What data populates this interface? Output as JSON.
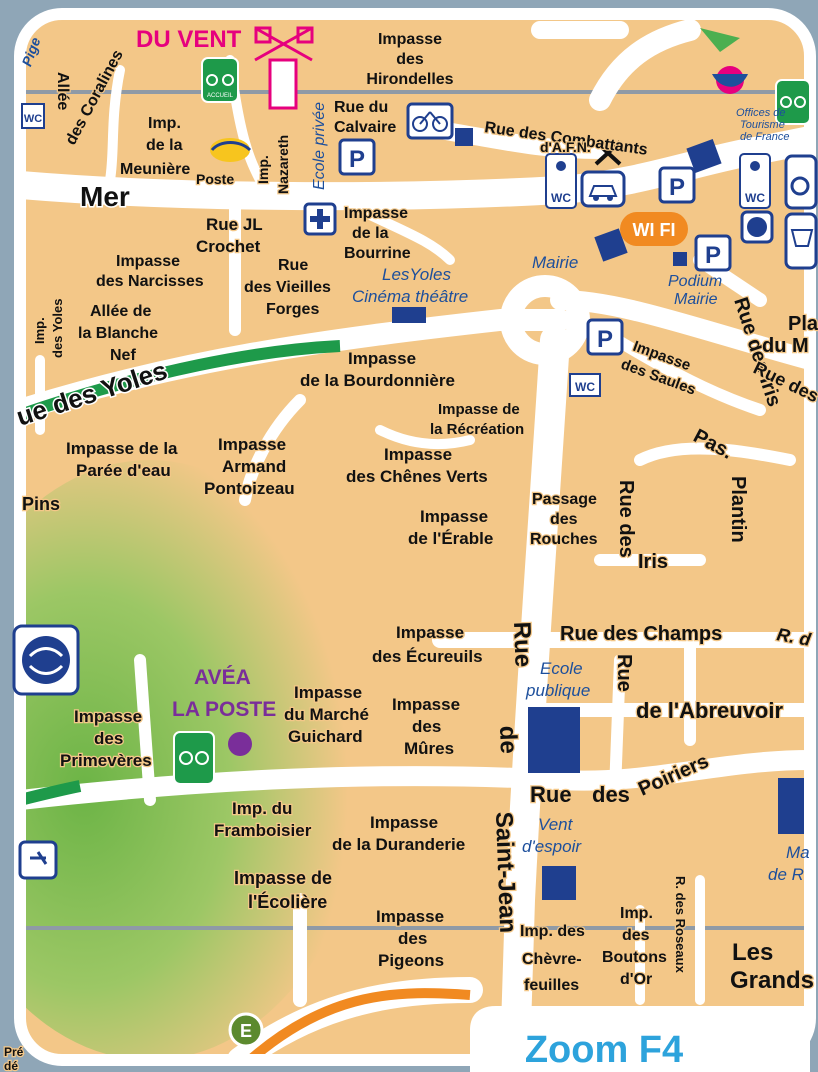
{
  "map": {
    "zoom_label": "Zoom F4",
    "marker_letter": "E",
    "colors": {
      "block": "#f3c788",
      "road": "#ffffff",
      "green_road": "#1e9a4a",
      "orange_road": "#f18a21",
      "blue": "#1f3f8f",
      "park": "#76b94c",
      "frame": "#8fa6b7"
    },
    "labels": {
      "du_vent": "DU VENT",
      "pige": "Pige",
      "allee": "Allée",
      "des_coralines": "des Coralines",
      "imp_meuniere_1": "Imp.",
      "imp_meuniere_2": "de la",
      "imp_meuniere_3": "Meunière",
      "poste": "Poste",
      "imp_nazareth_1": "Imp.",
      "imp_nazareth_2": "Nazareth",
      "ecole_privee": "Ecole privée",
      "impasse_hirondelles_1": "Impasse",
      "impasse_hirondelles_2": "des",
      "impasse_hirondelles_3": "Hirondelles",
      "rue_calvaire_1": "Rue du",
      "rue_calvaire_2": "Calvaire",
      "rue_combattants": "Rue des Combattants",
      "afn": "d'A.F.N.",
      "offices_1": "Offices de",
      "offices_2": "Tourisme",
      "offices_3": "de France",
      "mer": "Mer",
      "rue_jl_1": "Rue JL",
      "rue_jl_2": "Crochet",
      "impasse_bourrine_1": "Impasse",
      "impasse_bourrine_2": "de la",
      "impasse_bourrine_3": "Bourrine",
      "impasse_narcisses_1": "Impasse",
      "impasse_narcisses_2": "des Narcisses",
      "rue_forges_1": "Rue",
      "rue_forges_2": "des Vieilles",
      "rue_forges_3": "Forges",
      "cinema_1": "LesYoles",
      "cinema_2": "Cinéma théâtre",
      "mairie": "Mairie",
      "wifi": "WI FI",
      "podium_1": "Podium",
      "podium_2": "Mairie",
      "imp_yoles_1": "Imp.",
      "imp_yoles_2": "des Yoles",
      "allee_blanche_1": "Allée de",
      "allee_blanche_2": "la Blanche",
      "allee_blanche_3": "Nef",
      "rue_yoles": "ue des Yoles",
      "impasse_bourdonniere_1": "Impasse",
      "impasse_bourdonniere_2": "de la Bourdonnière",
      "impasse_saules_1": "Impasse",
      "impasse_saules_2": "des Saules",
      "rue_des_iris_diag": "Rue des Iris",
      "rue_des_right": "Rue des",
      "pla_1": "Pla",
      "pla_2": "du M",
      "impasse_recreation_1": "Impasse de",
      "impasse_recreation_2": "la Récréation",
      "pas_plantin_1": "Pas.",
      "pas_plantin_2": "Plantin",
      "impasse_paree_1": "Impasse de la",
      "impasse_paree_2": "Parée d'eau",
      "impasse_armand_1": "Impasse",
      "impasse_armand_2": "Armand",
      "impasse_armand_3": "Pontoizeau",
      "impasse_chenes_1": "Impasse",
      "impasse_chenes_2": "des Chênes Verts",
      "pins": "Pins",
      "passage_rouches_1": "Passage",
      "passage_rouches_2": "des",
      "passage_rouches_3": "Rouches",
      "rue_des": "Rue des",
      "iris": "Iris",
      "impasse_erable_1": "Impasse",
      "impasse_erable_2": "de l'Érable",
      "impasse_ecureuils_1": "Impasse",
      "impasse_ecureuils_2": "des Écureuils",
      "rue_champs": "Rue  des Champs",
      "r_d": "R. d",
      "ecole_publique_1": "Ecole",
      "ecole_publique_2": "publique",
      "rue_abreuvoir_1": "Rue",
      "rue_abreuvoir_2": "de  l'Abreuvoir",
      "avea_1": "AVÉA",
      "avea_2": "LA POSTE",
      "impasse_guichard_1": "Impasse",
      "impasse_guichard_2": "du Marché",
      "impasse_guichard_3": "Guichard",
      "impasse_mures_1": "Impasse",
      "impasse_mures_2": "des",
      "impasse_mures_3": "Mûres",
      "impasse_primeveres_1": "Impasse",
      "impasse_primeveres_2": "des",
      "impasse_primeveres_3": "Primevères",
      "rue_poiriers_1": "Rue",
      "rue_poiriers_2": "des",
      "rue_poiriers_3": "Poiriers",
      "rue_saint_jean_1": "Rue",
      "rue_saint_jean_2": "de",
      "rue_saint_jean_3": "Saint-Jean",
      "imp_framboisier_1": "Imp. du",
      "imp_framboisier_2": "Framboisier",
      "impasse_duranderie_1": "Impasse",
      "impasse_duranderie_2": "de la Duranderie",
      "vent_espoir_1": "Vent",
      "vent_espoir_2": "d'espoir",
      "ma_1": "Ma",
      "ma_2": "de R",
      "impasse_ecoliere_1": "Impasse de",
      "impasse_ecoliere_2": "l'Écolière",
      "impasse_pigeons_1": "Impasse",
      "impasse_pigeons_2": "des",
      "impasse_pigeons_3": "Pigeons",
      "imp_chevrefeuilles_1": "Imp. des",
      "imp_chevrefeuilles_2": "Chèvre-",
      "imp_chevrefeuilles_3": "feuilles",
      "imp_boutons_1": "Imp.",
      "imp_boutons_2": "des",
      "imp_boutons_3": "Boutons",
      "imp_boutons_4": "d'Or",
      "r_roseaux": "R. des Roseaux",
      "les_grands_1": "Les",
      "les_grands_2": "Grands",
      "pre_1": "Pré",
      "pre_2": "dé",
      "wc": "WC",
      "parking": "P",
      "accueil": "ACCUEIL",
      "velo": "VÉLO"
    }
  }
}
